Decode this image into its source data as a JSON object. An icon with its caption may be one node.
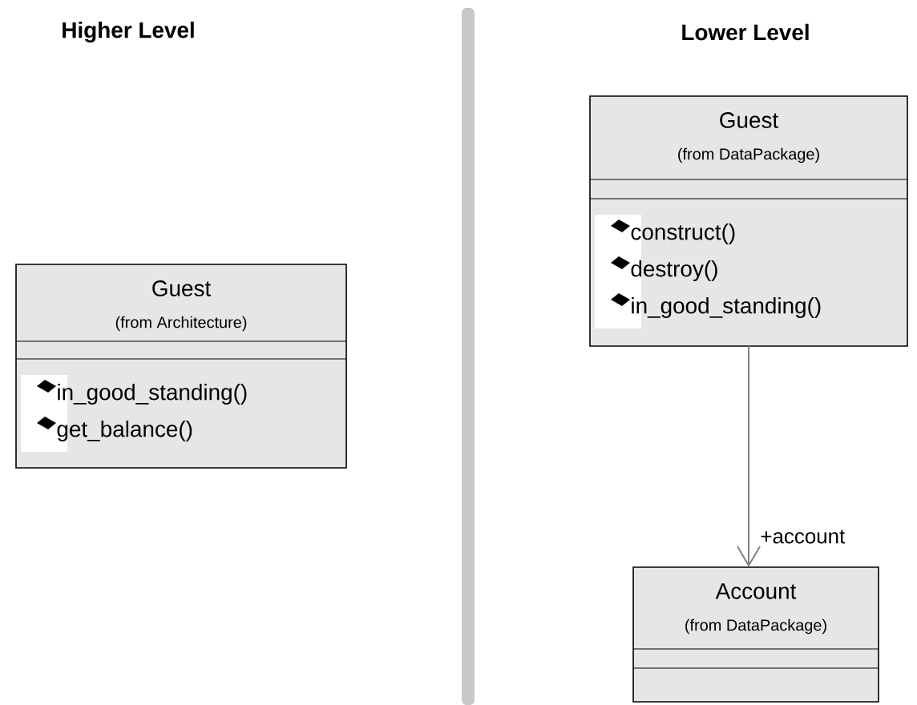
{
  "diagram": {
    "nodes": [
      {
        "text": [
          "Guest",
          "(from Architecture)",
          "in_good_standing()",
          "get_balance()"
        ]
      },
      {
        "text": [
          "Guest",
          "(from DataPackage)",
          "construct()",
          "destroy()",
          "in_good_standing()"
        ]
      },
      {
        "text": [
          "Account",
          "(from DataPackage)"
        ]
      }
    ],
    "edges": [
      {
        "from": 1,
        "to": 2,
        "arrow": "to",
        "label": "+account",
        "color": "#808080"
      }
    ],
    "labels": [
      "Higher Level",
      "Lower Level"
    ]
  }
}
